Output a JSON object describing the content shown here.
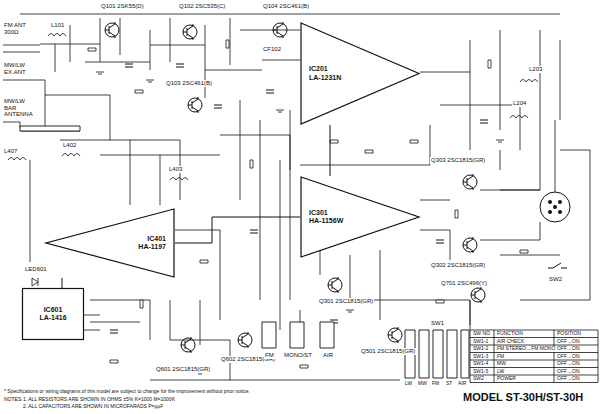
{
  "diagram": {
    "title": "MODEL ST-30H/ST-30H",
    "nodes": [
      {
        "text": [
          "IC201",
          "LA-1231N"
        ]
      },
      {
        "text": [
          "IC301",
          "HA-1156W"
        ]
      },
      {
        "text": [
          "IC401",
          "HA-1197"
        ]
      },
      {
        "text": [
          "IC601",
          "LA-1416"
        ]
      }
    ],
    "edges": [
      {
        "from": 0,
        "to": 1,
        "arrow": "none"
      },
      {
        "from": 2,
        "to": 1,
        "arrow": "none"
      },
      {
        "from": 2,
        "to": 3,
        "arrow": "none"
      }
    ],
    "labels": [
      "Q101 2SK55(D)",
      "Q102 2SC535(C)",
      "Q104 2SC461(B)",
      "FM ANT 300Ω",
      "L101",
      "MW/LW EX.ANT",
      "MW/LW BAR ANTENNA",
      "L407",
      "Q103 2SC461(B)",
      "CF102",
      "L203",
      "L204",
      "L402",
      "L403",
      "Q303 2SC1815(GR)",
      "Q302 2SC1815(GR)",
      "Q701 2SC496(Y)",
      "SW2",
      "LED601",
      "Q601 2SC1815(GR)",
      "Q602 2SC1815(GR)",
      "Q301 2SC1815(GR)",
      "Q501 2SC1815(GR)",
      "FM",
      "MONO/ST",
      "AIR",
      "SW1",
      "LW",
      "MW",
      "FM",
      "ST",
      "AIR",
      "SW NO.",
      "FUNCTION",
      "POSITION",
      "SW1-1",
      "AIR CHECK",
      "OFF→ON",
      "SW1-2",
      "FM STEREO→FM MONO",
      "OFF→ON",
      "SW1-3",
      "FM",
      "OFF→ON",
      "SW1-4",
      "MW",
      "OFF→ON",
      "SW1-5",
      "LW",
      "OFF→ON",
      "SW2",
      "POWER",
      "OFF→ON",
      "* Specifications or wiring diagrams of this model are subject to change for the improvement without prior notice.",
      "NOTES:",
      "1. ALL RESISTORS ARE SHOWN IN OHMS ±5% K=1000 M=1000K",
      "2. ALL CAPACITORS ARE SHOWN IN MICROFARADS P=μμF"
    ]
  }
}
